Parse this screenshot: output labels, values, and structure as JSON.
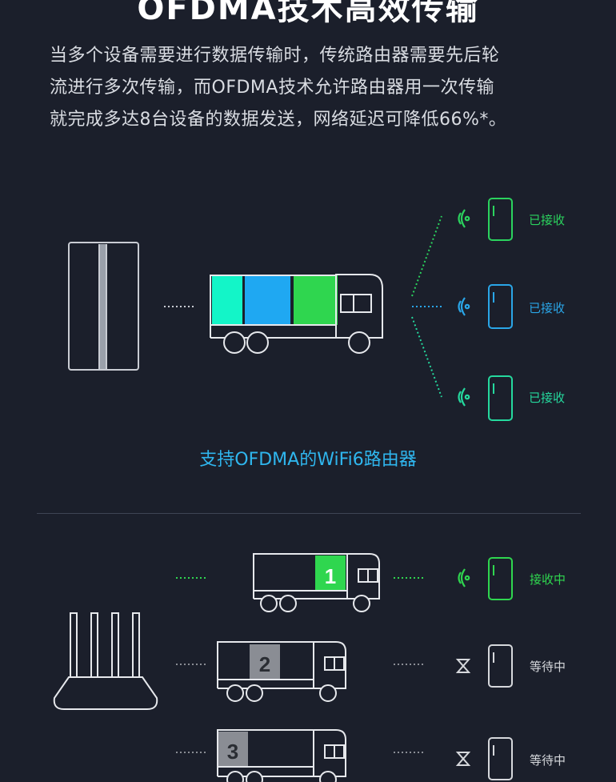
{
  "title": "OFDMA技术高效传输",
  "intro_lines": [
    "当多个设备需要进行数据传输时，传统路由器需要先后轮",
    "流进行多次传输，而OFDMA技术允许路由器用一次传输",
    "就完成多达8台设备的数据发送，网络延迟可降低66%*。"
  ],
  "ofdma_section": {
    "caption": "支持OFDMA的WiFi6路由器",
    "devices": [
      {
        "status": "已接收",
        "color": "#2bd35e"
      },
      {
        "status": "已接收",
        "color": "#2aa6e8"
      },
      {
        "status": "已接收",
        "color": "#25d99e"
      }
    ],
    "cargo_colors": [
      "#13f5c8",
      "#1fa8f2",
      "#2fd64f"
    ]
  },
  "legacy_section": {
    "trucks": [
      {
        "number": "1",
        "status": "接收中",
        "active": true
      },
      {
        "number": "2",
        "status": "等待中",
        "active": false
      },
      {
        "number": "3",
        "status": "等待中",
        "active": false
      }
    ],
    "active_color": "#2fd64f",
    "idle_color": "#8a8d94"
  }
}
